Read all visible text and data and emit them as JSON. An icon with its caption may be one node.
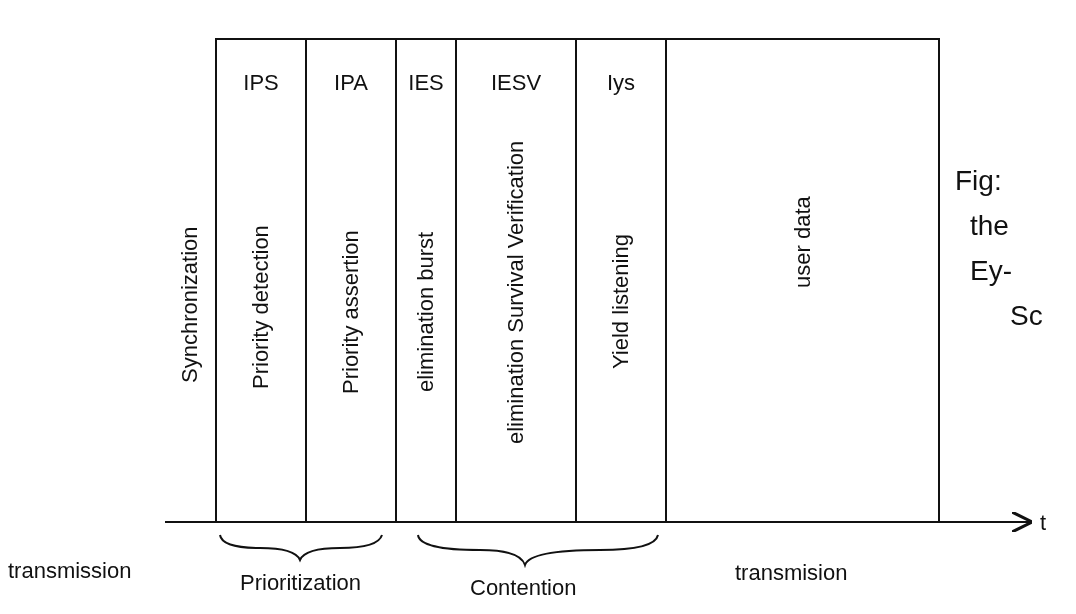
{
  "diagram": {
    "nodes": [
      {
        "text": [
          "Synchronization"
        ]
      },
      {
        "text": [
          "IPS",
          "Priority detection"
        ]
      },
      {
        "text": [
          "IPA",
          "Priority assertion"
        ]
      },
      {
        "text": [
          "IES",
          "elimination burst"
        ]
      },
      {
        "text": [
          "IESV",
          "elimination Survival Verification"
        ]
      },
      {
        "text": [
          "Iys",
          "Yield listening"
        ]
      },
      {
        "text": [
          "user data"
        ]
      }
    ],
    "edges": [],
    "labels": [
      "Fig:",
      "the",
      "Ey-",
      "Sc",
      "t",
      "transmission",
      "Prioritization",
      "Contention",
      "transmision"
    ]
  }
}
